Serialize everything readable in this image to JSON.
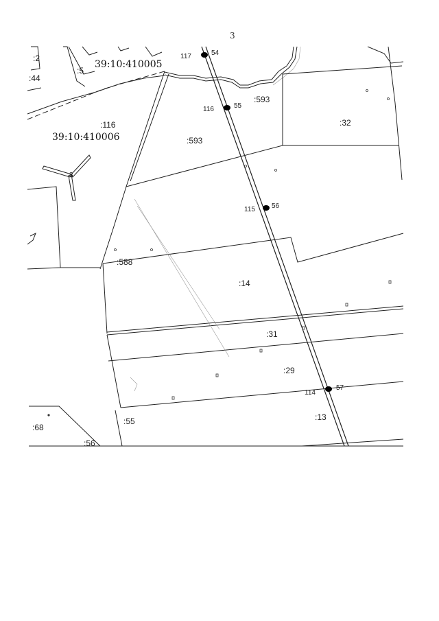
{
  "page": {
    "number": "3"
  },
  "cadastral_quarters": [
    "39:10:410005",
    "39:10:410006"
  ],
  "parcels": [
    ":2",
    ":44",
    ":5",
    ":116",
    ":593",
    ":593",
    ":32",
    ":588",
    ":14",
    ":31",
    ":29",
    ":13",
    ":55",
    ":68",
    ":56"
  ],
  "points": [
    {
      "left": "117",
      "right": "54"
    },
    {
      "left": "116",
      "right": "55"
    },
    {
      "left": "115",
      "right": "56"
    },
    {
      "left": "114",
      "right": "57"
    }
  ],
  "other_labels": {
    "windmill": "3"
  }
}
